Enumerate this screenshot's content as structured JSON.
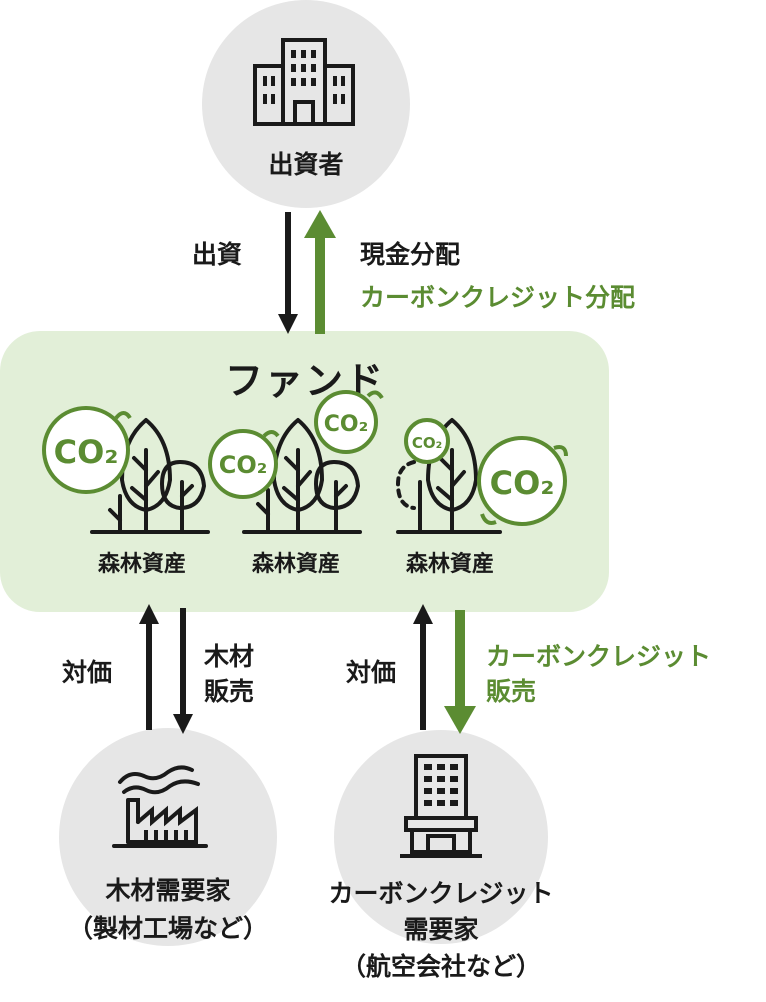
{
  "investor": {
    "label": "出資者"
  },
  "flows_top": {
    "investment": "出資",
    "cash_distribution": "現金分配",
    "credit_distribution": "カーボンクレジット分配"
  },
  "fund": {
    "title": "ファンド",
    "co2_label": "CO₂",
    "assets": [
      {
        "label": "森林資産"
      },
      {
        "label": "森林資産"
      },
      {
        "label": "森林資産"
      }
    ]
  },
  "flows_bottom": {
    "timber_payment": "対価",
    "timber_sale_line1": "木材",
    "timber_sale_line2": "販売",
    "credit_payment": "対価",
    "credit_sale_line1": "カーボンクレジット",
    "credit_sale_line2": "販売"
  },
  "timber_buyer": {
    "line1": "木材需要家",
    "line2": "（製材工場など）"
  },
  "credit_buyer": {
    "line1": "カーボンクレジット",
    "line2": "需要家",
    "line3": "（航空会社など）"
  },
  "colors": {
    "green": "#5b8c32",
    "fund_bg": "#e2efd8",
    "circle_bg": "#e6e6e6",
    "ink": "#1a1a1a"
  }
}
